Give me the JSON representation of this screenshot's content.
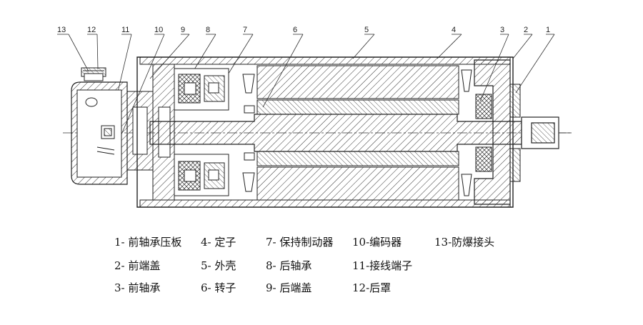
{
  "callouts": [
    "13",
    "12",
    "11",
    "10",
    "9",
    "8",
    "7",
    "6",
    "5",
    "4",
    "3",
    "2",
    "1"
  ],
  "legend": [
    "1- 前轴承压板",
    "2- 前端盖",
    "3- 前轴承",
    "4- 定子",
    "5- 外壳",
    "6- 转子",
    "7- 保持制动器",
    "8- 后轴承",
    "9- 后端盖",
    "10-编码器",
    "11-接线端子",
    "12-后罩",
    "13-防爆接头"
  ]
}
